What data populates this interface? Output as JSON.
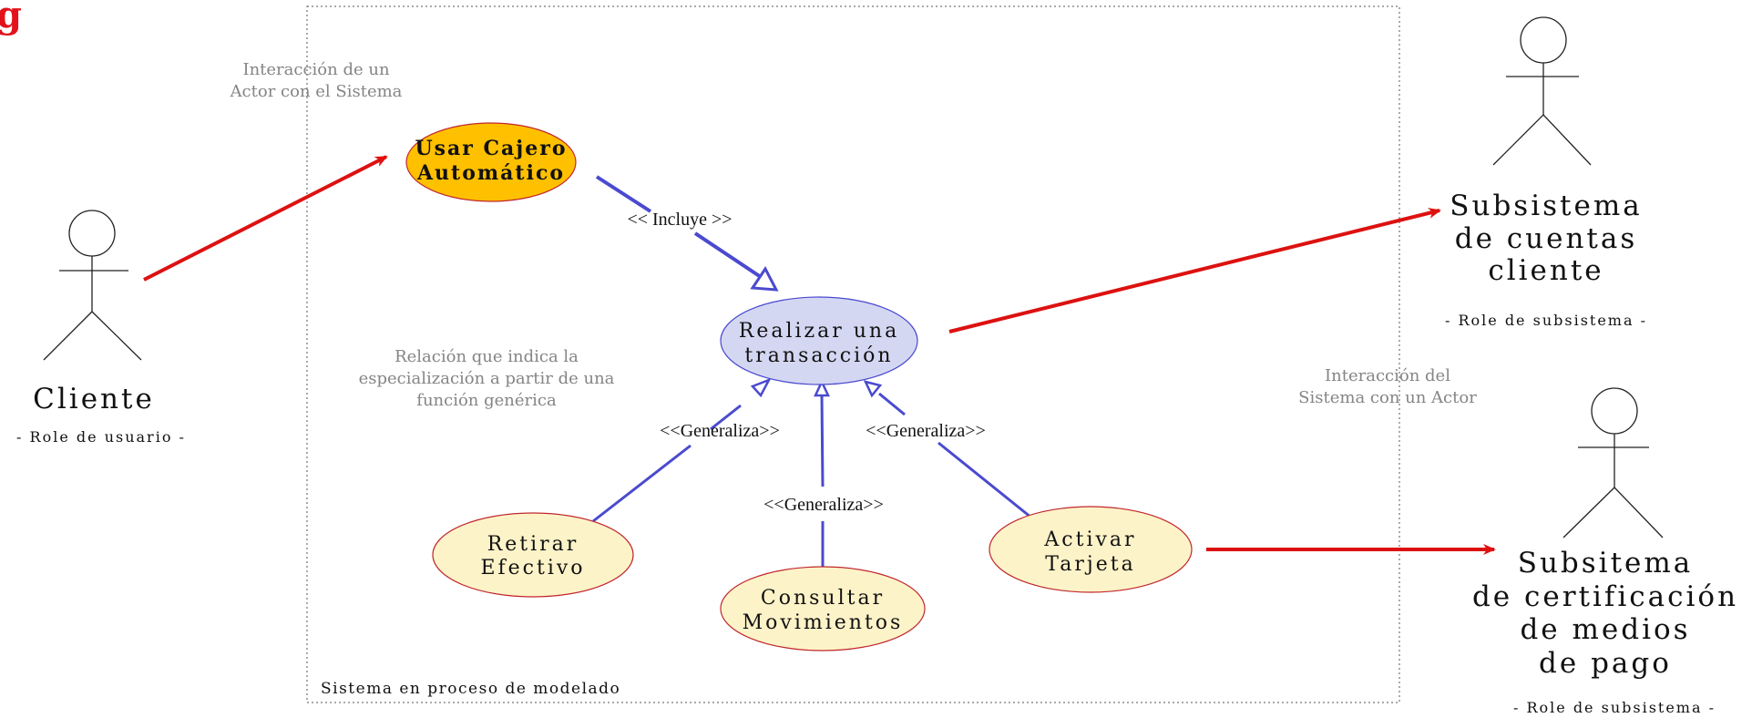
{
  "logo": {
    "text": "g",
    "color": "#e3111b"
  },
  "system": {
    "label": "Sistema en proceso de modelado"
  },
  "annotations": {
    "actor_interaction": [
      "Interacción de un",
      "Actor con el Sistema"
    ],
    "specialization": [
      "Relación que indica la",
      "especialización a partir de una",
      "función genérica"
    ],
    "system_interaction": [
      "Interacción del",
      "Sistema con un Actor"
    ]
  },
  "actors": {
    "cliente": {
      "name": [
        "Cliente"
      ],
      "role": "- Role de usuario -"
    },
    "cuentas": {
      "name": [
        "Subsistema",
        "de cuentas",
        "cliente"
      ],
      "role": "- Role de subsistema -"
    },
    "certificacion": {
      "name": [
        "Subsitema",
        "de certificación",
        "de medios",
        "de pago"
      ],
      "role": "- Role de subsistema -"
    }
  },
  "use_cases": {
    "usar_cajero": {
      "lines": [
        "Usar Cajero",
        "Automático"
      ],
      "fill": "#ffc000"
    },
    "realizar": {
      "lines": [
        "Realizar una",
        "transacción"
      ],
      "fill": "#d4d7f2"
    },
    "retirar": {
      "lines": [
        "Retirar",
        "Efectivo"
      ],
      "fill": "#fdf3c8"
    },
    "consultar": {
      "lines": [
        "Consultar",
        "Movimientos"
      ],
      "fill": "#fdf3c8"
    },
    "activar": {
      "lines": [
        "Activar",
        "Tarjeta"
      ],
      "fill": "#fdf3c8"
    }
  },
  "stereotypes": {
    "include": "<< Incluye >>",
    "generalize_left": "<<Generaliza>>",
    "generalize_center": "<<Generaliza>>",
    "generalize_right": "<<Generaliza>>"
  },
  "colors": {
    "association": "#dd1111",
    "relation": "#4a4ad0",
    "ellipse_stroke": "#c0272d"
  }
}
